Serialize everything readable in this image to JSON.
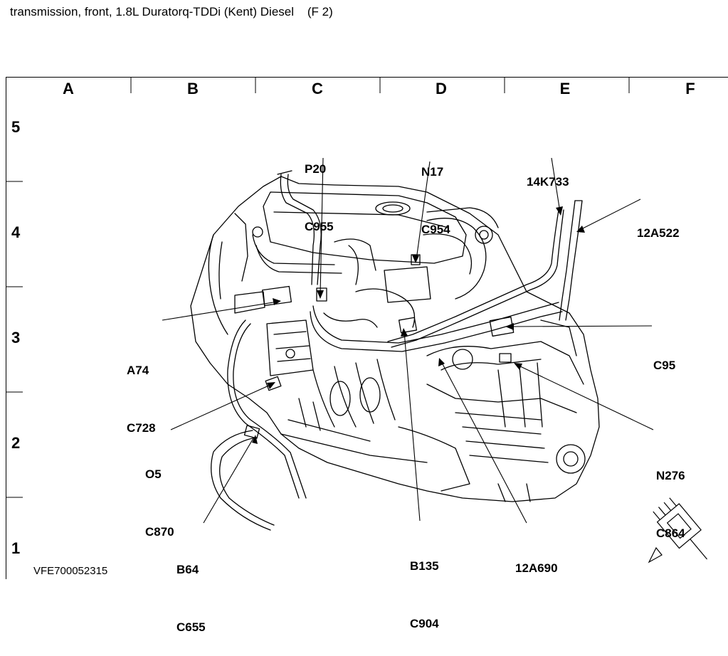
{
  "title": "transmission, front, 1.8L Duratorq-TDDi (Kent) Diesel    (F 2)",
  "grid": {
    "columns": [
      "A",
      "B",
      "C",
      "D",
      "E",
      "F"
    ],
    "rows": [
      "5",
      "4",
      "3",
      "2",
      "1"
    ]
  },
  "callouts": [
    {
      "id": "p20",
      "lines": [
        "P20",
        "C955"
      ]
    },
    {
      "id": "n17",
      "lines": [
        "N17",
        "C954"
      ]
    },
    {
      "id": "k733",
      "lines": [
        "14K733"
      ]
    },
    {
      "id": "a522",
      "lines": [
        "12A522"
      ]
    },
    {
      "id": "a74",
      "lines": [
        "A74",
        "C728"
      ]
    },
    {
      "id": "c95",
      "lines": [
        "C95"
      ]
    },
    {
      "id": "o5",
      "lines": [
        "O5",
        "C870"
      ]
    },
    {
      "id": "n276",
      "lines": [
        "N276",
        "C864"
      ]
    },
    {
      "id": "b64",
      "lines": [
        "B64",
        "C655"
      ]
    },
    {
      "id": "b135",
      "lines": [
        "B135",
        "C904"
      ]
    },
    {
      "id": "a690",
      "lines": [
        "12A690"
      ]
    }
  ],
  "reference_code": "VFE700052315",
  "icons": [
    "connector-plug-icon"
  ]
}
